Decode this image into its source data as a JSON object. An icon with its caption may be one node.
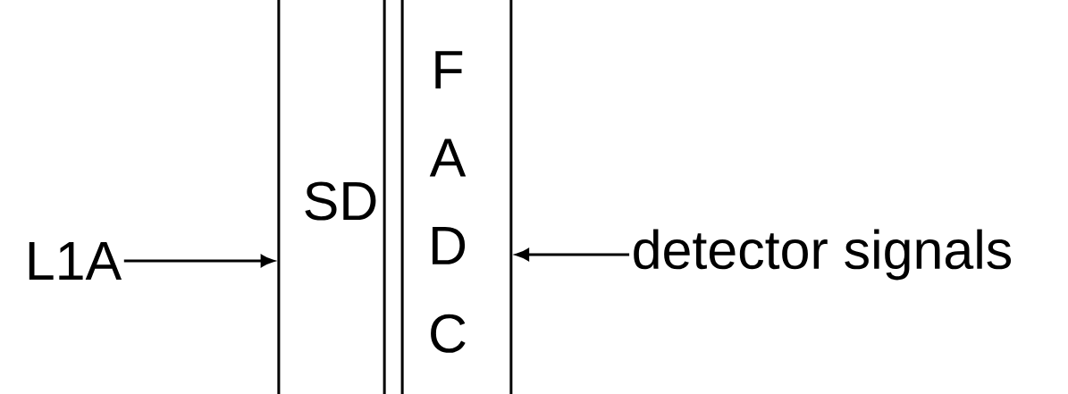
{
  "diagram": {
    "nodes": [
      {
        "text": [
          "L1A"
        ]
      },
      {
        "text": [
          "SD"
        ]
      },
      {
        "text": [
          "F A D C"
        ]
      },
      {
        "text": [
          "detector signals"
        ]
      }
    ],
    "edges": [
      {
        "from": 0,
        "to": 1,
        "arrow": "to"
      },
      {
        "from": 3,
        "to": 2,
        "arrow": "to"
      }
    ]
  }
}
